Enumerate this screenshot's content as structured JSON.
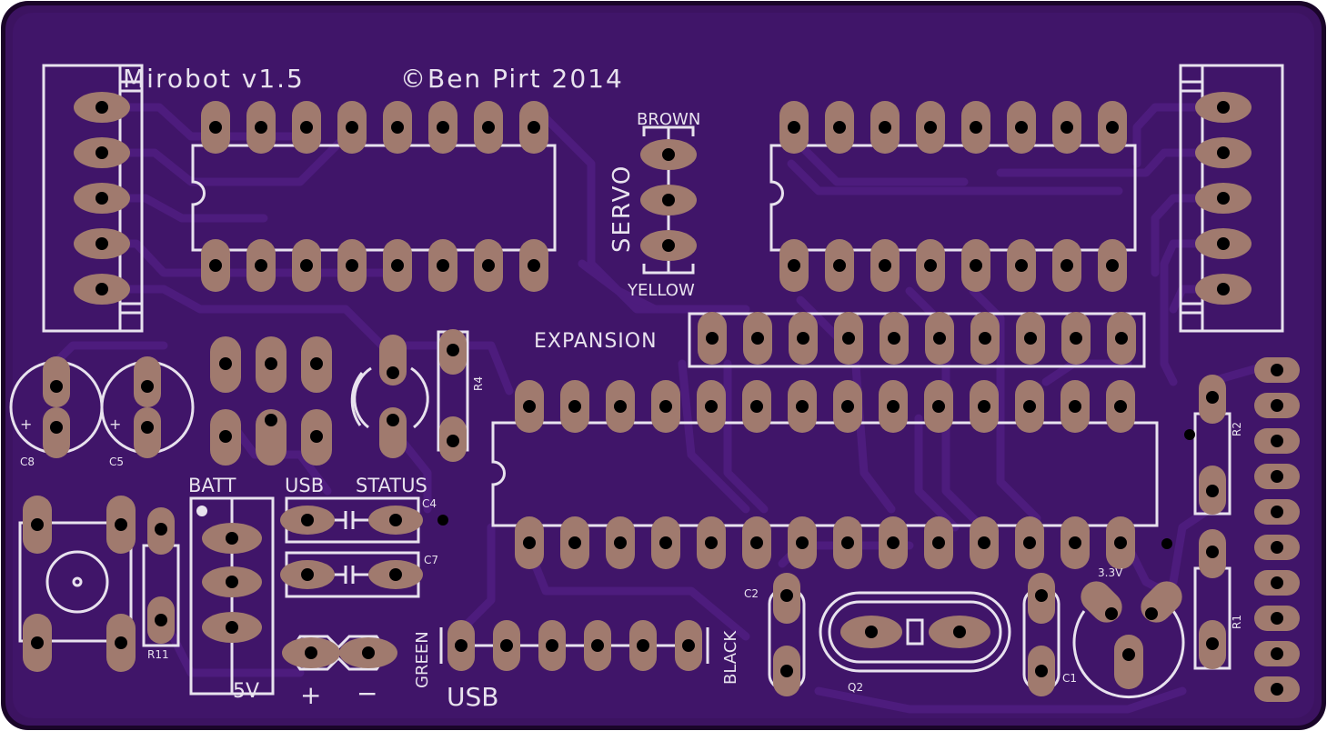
{
  "board": {
    "title": "Mirobot v1.5",
    "copyright": "©Ben Pirt 2014"
  },
  "servo": {
    "label": "SERVO",
    "top_wire": "BROWN",
    "bottom_wire": "YELLOW"
  },
  "expansion": {
    "label": "EXPANSION"
  },
  "power": {
    "batt": "BATT",
    "usb": "USB",
    "status": "STATUS",
    "v5": "5V",
    "plus": "+",
    "minus": "−"
  },
  "usb_header": {
    "label": "USB",
    "left_wire": "GREEN",
    "right_wire": "BLACK"
  },
  "regulator": {
    "label": "3.3V"
  },
  "refs": {
    "c8": "C8",
    "c5": "C5",
    "c4": "C4",
    "c7": "C7",
    "c2": "C2",
    "c1": "C1",
    "q2": "Q2",
    "r1": "R1",
    "r2": "R2",
    "r4": "R4",
    "r11": "R11"
  },
  "colors": {
    "pcb": "#3c1361",
    "pcb_edge": "#1a0529",
    "trace": "#4a1a78",
    "pad": "#a07a6e",
    "silk": "#e8e2ee"
  }
}
